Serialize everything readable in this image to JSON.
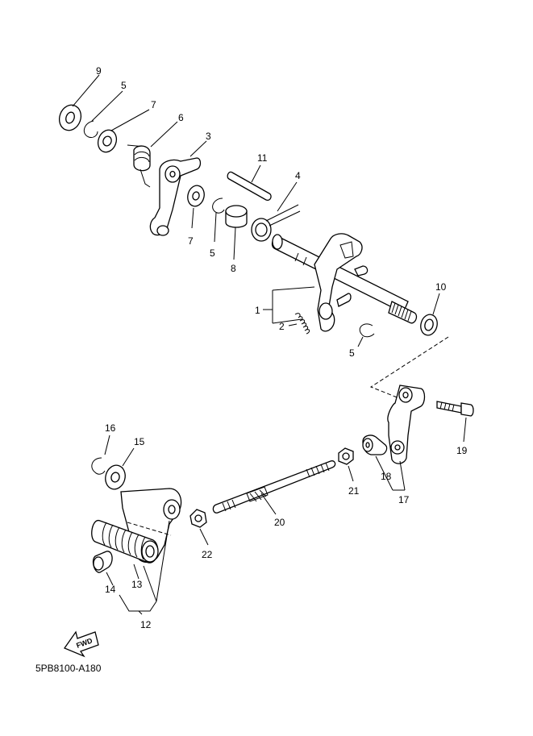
{
  "diagram": {
    "callouts": {
      "c1": "1",
      "c2": "2",
      "c3": "3",
      "c4": "4",
      "c5a": "5",
      "c5b": "5",
      "c5c": "5",
      "c6": "6",
      "c7a": "7",
      "c7b": "7",
      "c8": "8",
      "c9": "9",
      "c10": "10",
      "c11": "11",
      "c12": "12",
      "c13": "13",
      "c14": "14",
      "c15": "15",
      "c16": "16",
      "c17": "17",
      "c18": "18",
      "c19": "19",
      "c20": "20",
      "c21": "21",
      "c22": "22"
    },
    "fwd_label": "FWD",
    "drawing_code": "5PB8100-A180"
  }
}
